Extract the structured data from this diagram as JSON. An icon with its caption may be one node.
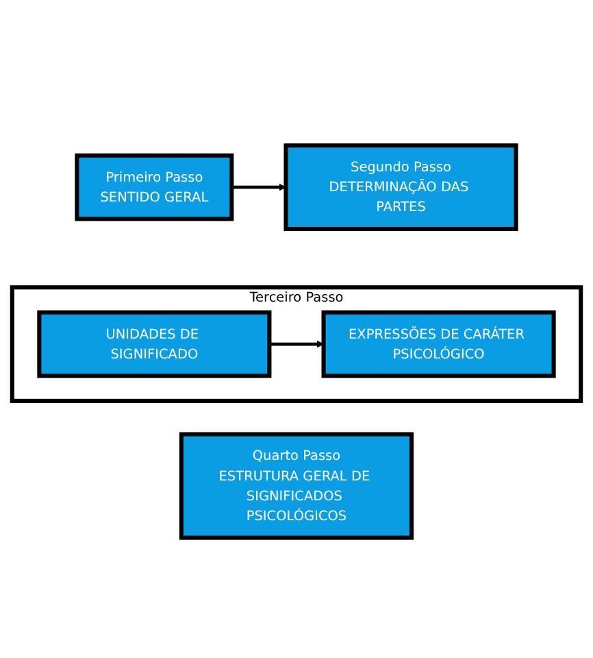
{
  "diagram": {
    "nodes": [
      {
        "text": [
          "Primeiro Passo",
          "SENTIDO GERAL"
        ]
      },
      {
        "text": [
          "Segundo Passo",
          "DETERMINAÇÃO DAS PARTES"
        ]
      },
      {
        "text": [
          "Terceiro Passo"
        ]
      },
      {
        "text": [
          "UNIDADES DE SIGNIFICADO"
        ],
        "in": 2
      },
      {
        "text": [
          "EXPRESSÕES DE CARÁTER PSICOLÓGICO"
        ],
        "in": 2
      },
      {
        "text": [
          "Quarto Passo",
          "ESTRUTURA GERAL DE SIGNIFICADOS PSICOLÓGICOS"
        ]
      }
    ],
    "edges": [
      {
        "from": 0,
        "to": 1,
        "arrow": "to"
      },
      {
        "from": 3,
        "to": 4,
        "arrow": "to"
      }
    ]
  }
}
